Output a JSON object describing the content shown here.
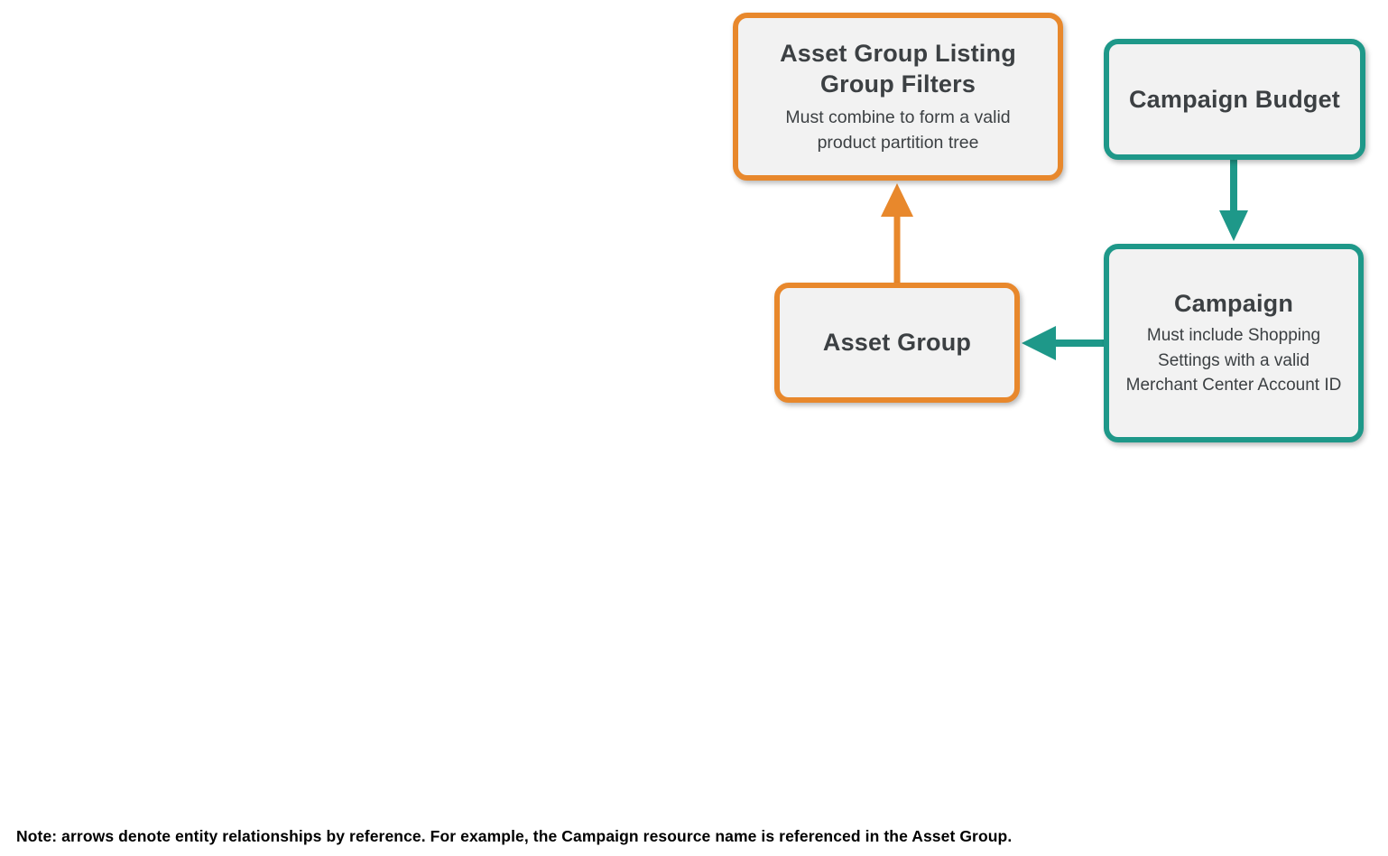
{
  "colors": {
    "orange": "#E8882C",
    "teal": "#1E9889",
    "box_fill": "#F2F2F2",
    "text": "#3C4043",
    "note_text": "#000000",
    "background": "#FFFFFF"
  },
  "diagram": {
    "nodes": [
      {
        "id": "asset-group-listing-group-filters",
        "title": "Asset Group Listing Group Filters",
        "subtitle": "Must combine to form a valid product partition tree",
        "accent": "orange"
      },
      {
        "id": "campaign-budget",
        "title": "Campaign Budget",
        "subtitle": "",
        "accent": "teal"
      },
      {
        "id": "campaign",
        "title": "Campaign",
        "subtitle": "Must include Shopping Settings with a valid Merchant Center Account ID",
        "accent": "teal"
      },
      {
        "id": "asset-group",
        "title": "Asset Group",
        "subtitle": "",
        "accent": "orange"
      }
    ],
    "edges": [
      {
        "from": "asset-group",
        "to": "asset-group-listing-group-filters",
        "color": "orange",
        "direction": "up"
      },
      {
        "from": "campaign-budget",
        "to": "campaign",
        "color": "teal",
        "direction": "down"
      },
      {
        "from": "campaign",
        "to": "asset-group",
        "color": "teal",
        "direction": "left"
      }
    ]
  },
  "note": "Note: arrows denote entity relationships by reference. For example, the Campaign resource name is referenced in the Asset Group."
}
